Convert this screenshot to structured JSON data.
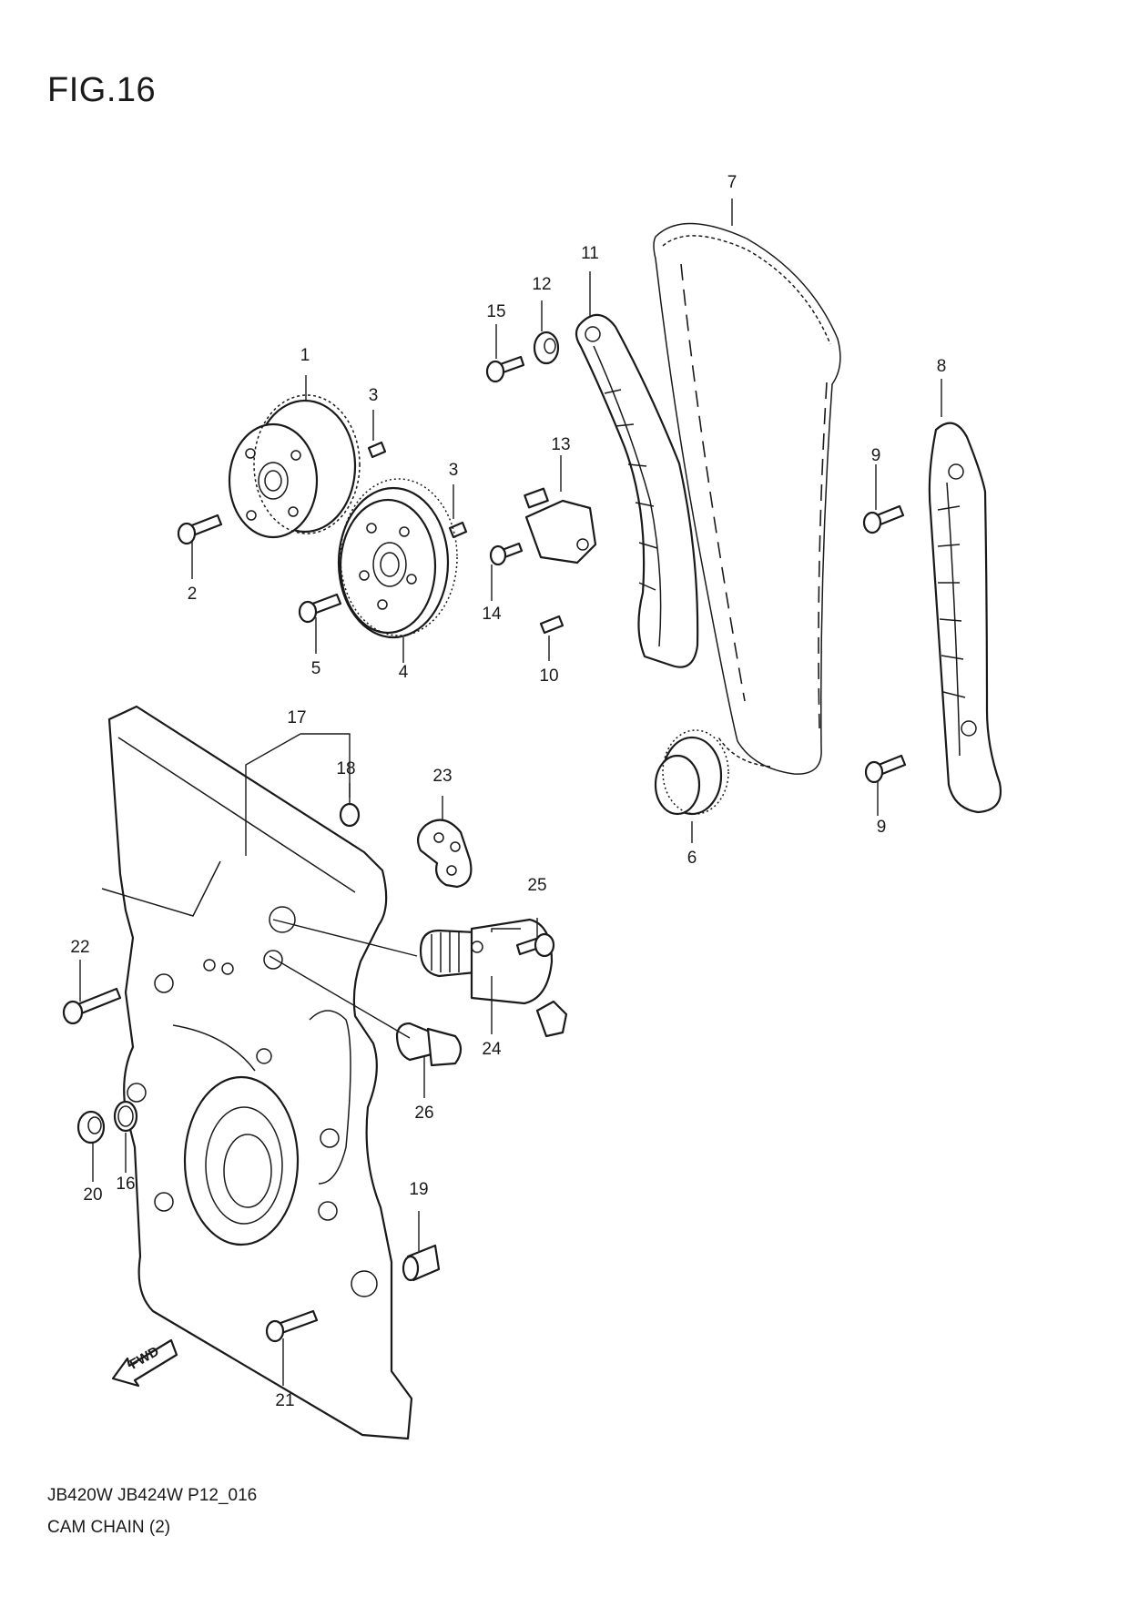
{
  "figure": {
    "title": "FIG.16",
    "model_code": "JB420W JB424W P12_016",
    "caption": "CAM CHAIN (2)",
    "direction_label": "FWD"
  },
  "callouts": [
    "1",
    "2",
    "3",
    "3",
    "4",
    "5",
    "6",
    "7",
    "8",
    "9",
    "9",
    "10",
    "11",
    "12",
    "13",
    "14",
    "15",
    "16",
    "17",
    "18",
    "19",
    "20",
    "21",
    "22",
    "23",
    "24",
    "25",
    "26"
  ]
}
